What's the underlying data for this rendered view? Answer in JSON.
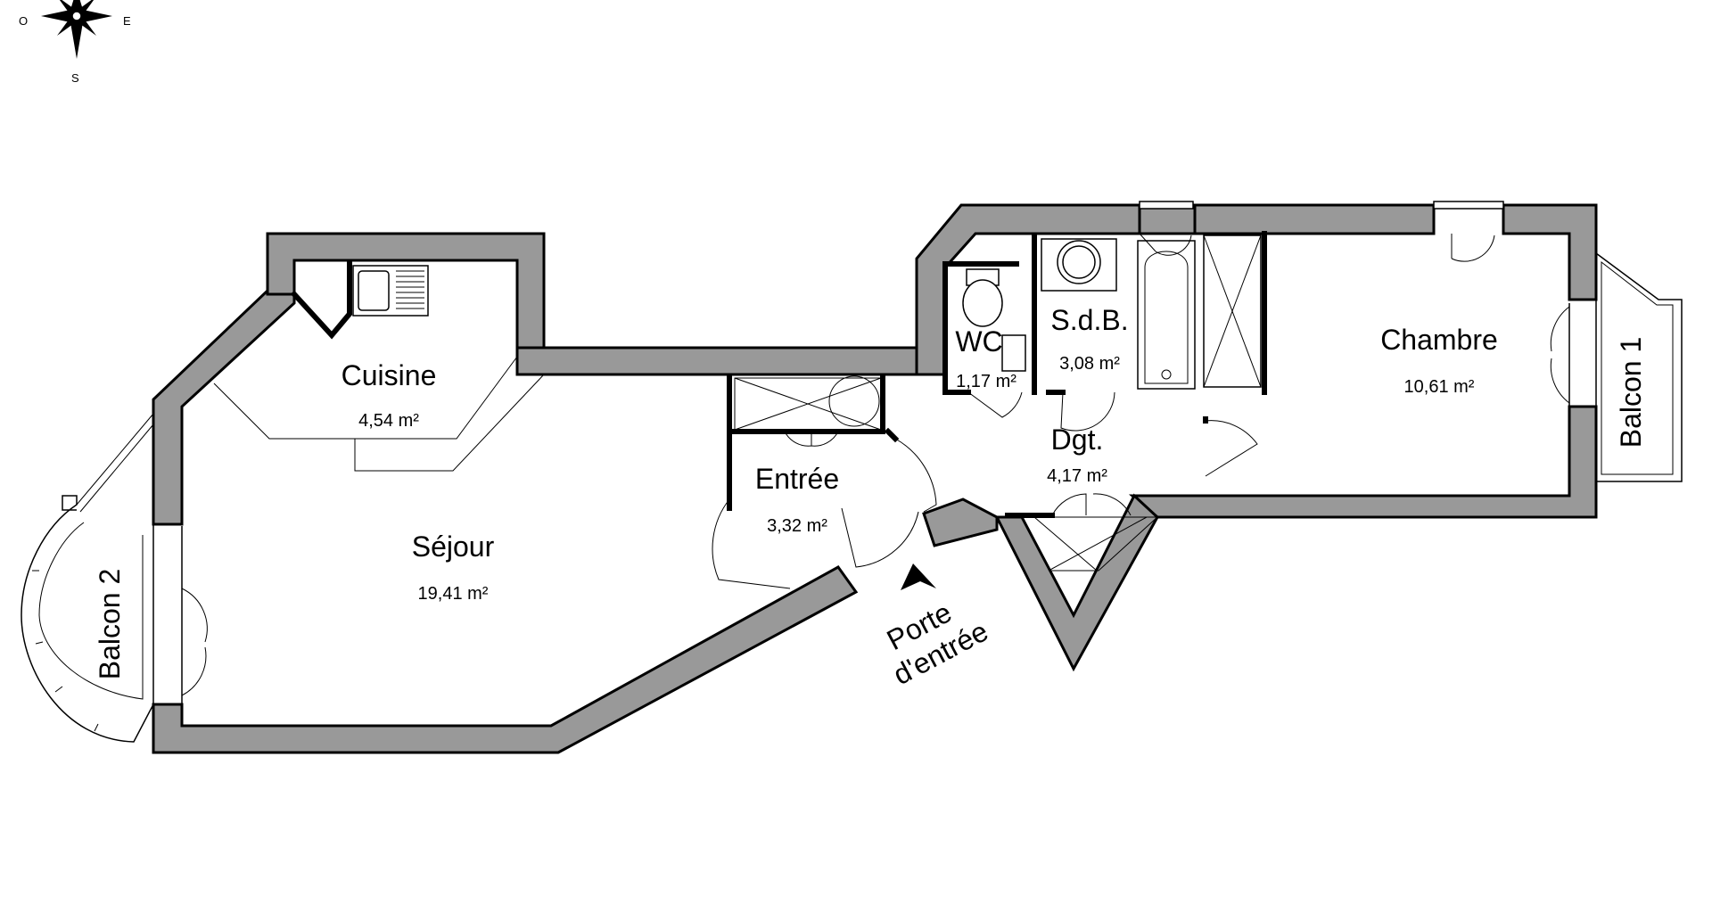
{
  "compass": {
    "west": "O",
    "east": "E",
    "south": "S"
  },
  "rooms": {
    "cuisine": {
      "name": "Cuisine",
      "area": "4,54 m²"
    },
    "sejour": {
      "name": "Séjour",
      "area": "19,41 m²"
    },
    "entree": {
      "name": "Entrée",
      "area": "3,32 m²"
    },
    "wc": {
      "name": "WC",
      "area": "1,17 m²"
    },
    "sdb": {
      "name": "S.d.B.",
      "area": "3,08 m²"
    },
    "dgt": {
      "name": "Dgt.",
      "area": "4,17 m²"
    },
    "chambre": {
      "name": "Chambre",
      "area": "10,61 m²"
    },
    "balcon1": {
      "name": "Balcon 1"
    },
    "balcon2": {
      "name": "Balcon 2"
    }
  },
  "entrance": {
    "line1": "Porte",
    "line2": "d'entrée"
  },
  "colors": {
    "wall": "#999999",
    "line": "#000000",
    "background": "#ffffff"
  }
}
